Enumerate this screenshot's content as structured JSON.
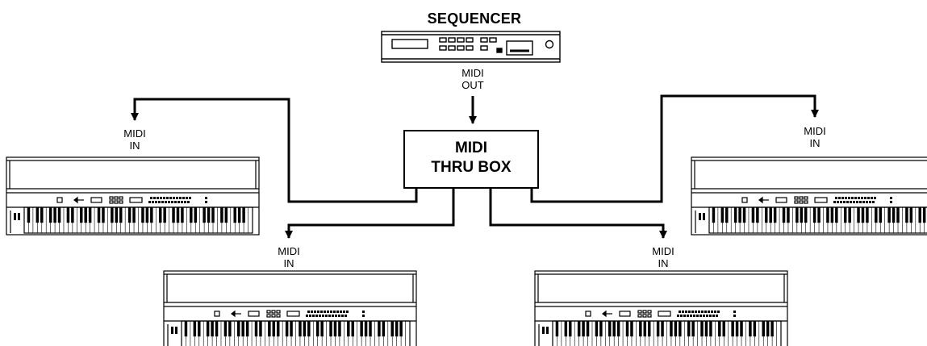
{
  "sequencer": {
    "title": "SEQUENCER",
    "port_line1": "MIDI",
    "port_line2": "OUT"
  },
  "thru_box": {
    "line1": "MIDI",
    "line2": "THRU BOX"
  },
  "keyboards": [
    {
      "port_line1": "MIDI",
      "port_line2": "IN"
    },
    {
      "port_line1": "MIDI",
      "port_line2": "IN"
    },
    {
      "port_line1": "MIDI",
      "port_line2": "IN"
    },
    {
      "port_line1": "MIDI",
      "port_line2": "IN"
    }
  ]
}
